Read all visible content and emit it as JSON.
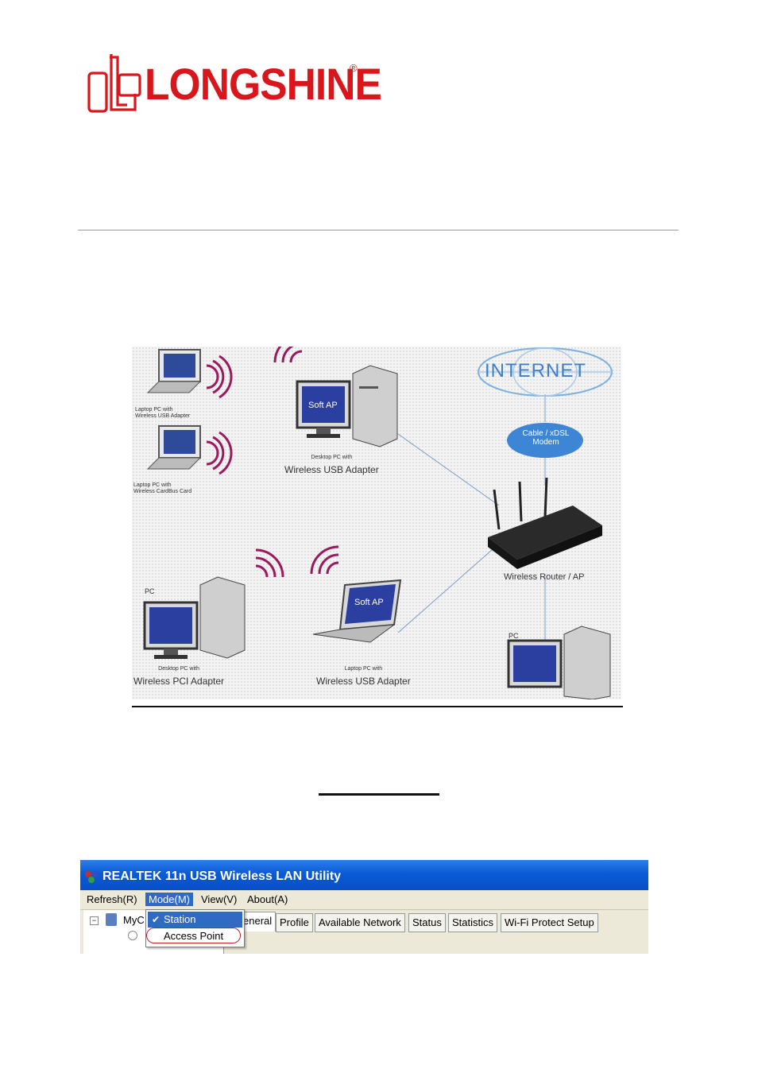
{
  "logo": {
    "brand": "LONGSHINE",
    "registered": "®",
    "color": "#d9161c"
  },
  "diagram": {
    "internet": "INTERNET",
    "modem_line1": "Cable / xDSL",
    "modem_line2": "Modem",
    "router_label": "Wireless Router / AP",
    "softap_desktop": "Soft AP",
    "softap_laptop": "Soft AP",
    "laptop1_line1": "Laptop PC with",
    "laptop1_line2": "Wireless USB Adapter",
    "laptop2_line1": "Laptop PC with",
    "laptop2_line2": "Wireless CardBus Card",
    "desktop_soft_line1": "Desktop PC with",
    "desktop_soft_line2": "Wireless USB Adapter",
    "pc_left_tag": "PC",
    "pc_left_line1": "Desktop PC with",
    "pc_left_line2": "Wireless PCI Adapter",
    "laptop_soft_line1": "Laptop PC with",
    "laptop_soft_line2": "Wireless USB Adapter",
    "pc_right_tag": "PC",
    "accent_wave": "#9b1a5e",
    "internet_color": "#3d7fc8"
  },
  "app": {
    "title": "REALTEK 11n USB Wireless LAN Utility",
    "menus": [
      "Refresh(R)",
      "Mode(M)",
      "View(V)",
      "About(A)"
    ],
    "tree_node": "MyC",
    "tabs": [
      "eneral",
      "Profile",
      "Available Network",
      "Status",
      "Statistics",
      "Wi-Fi Protect Setup"
    ],
    "dropdown": {
      "items": [
        "Station",
        "Access Point"
      ],
      "checked": "✔"
    }
  }
}
